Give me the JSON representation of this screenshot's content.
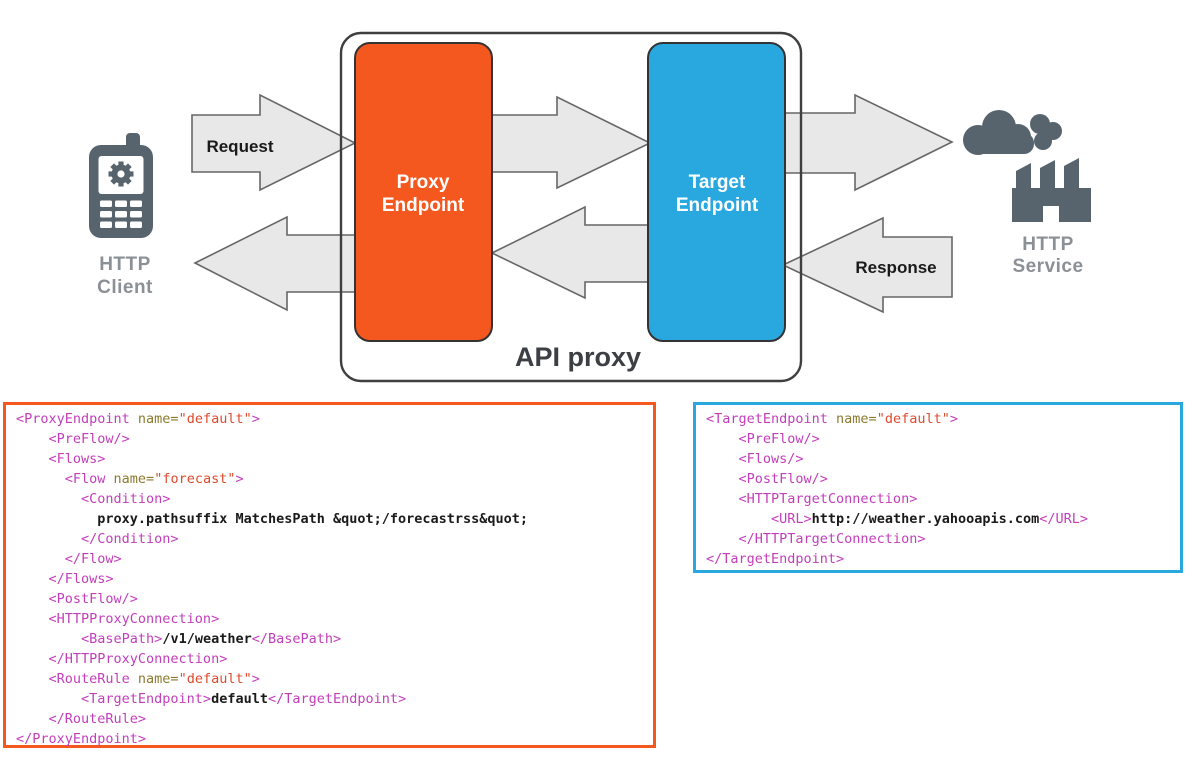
{
  "diagram": {
    "http_client": {
      "label_line1": "HTTP",
      "label_line2": "Client"
    },
    "http_service": {
      "label_line1": "HTTP",
      "label_line2": "Service"
    },
    "proxy_endpoint": {
      "label_line1": "Proxy",
      "label_line2": "Endpoint"
    },
    "target_endpoint": {
      "label_line1": "Target",
      "label_line2": "Endpoint"
    },
    "request_label": "Request",
    "response_label": "Response",
    "api_proxy_label": "API proxy"
  },
  "colors": {
    "orange": "#F4581F",
    "blue": "#29A8E0",
    "icon_gray": "#57646E",
    "arrow_fill": "#E8E8E8",
    "arrow_stroke": "#666666",
    "code_tag": "#C33EBB",
    "code_attr_name": "#8C7A2E",
    "code_attr_value": "#DE4B2E",
    "code_text": "#1A1A1A"
  },
  "code_blocks": {
    "proxy": {
      "border_color": "#F4581F",
      "lines": [
        [
          {
            "c": "tag",
            "t": "<ProxyEndpoint "
          },
          {
            "c": "attr",
            "t": "name="
          },
          {
            "c": "str",
            "t": "\"default\""
          },
          {
            "c": "tag",
            "t": ">"
          }
        ],
        [
          {
            "c": "tag",
            "t": "    <PreFlow/>"
          }
        ],
        [
          {
            "c": "tag",
            "t": "    <Flows>"
          }
        ],
        [
          {
            "c": "tag",
            "t": "      <Flow "
          },
          {
            "c": "attr",
            "t": "name="
          },
          {
            "c": "str",
            "t": "\"forecast\""
          },
          {
            "c": "tag",
            "t": ">"
          }
        ],
        [
          {
            "c": "tag",
            "t": "        <Condition>"
          }
        ],
        [
          {
            "c": "txt",
            "t": "          proxy.pathsuffix MatchesPath &quot;/forecastrss&quot;"
          }
        ],
        [
          {
            "c": "tag",
            "t": "        </Condition>"
          }
        ],
        [
          {
            "c": "tag",
            "t": "      </Flow>"
          }
        ],
        [
          {
            "c": "tag",
            "t": "    </Flows>"
          }
        ],
        [
          {
            "c": "tag",
            "t": "    <PostFlow/>"
          }
        ],
        [
          {
            "c": "tag",
            "t": "    <HTTPProxyConnection>"
          }
        ],
        [
          {
            "c": "tag",
            "t": "        <BasePath>"
          },
          {
            "c": "txt",
            "t": "/v1/weather"
          },
          {
            "c": "tag",
            "t": "</BasePath>"
          }
        ],
        [
          {
            "c": "tag",
            "t": "    </HTTPProxyConnection>"
          }
        ],
        [
          {
            "c": "tag",
            "t": "    <RouteRule "
          },
          {
            "c": "attr",
            "t": "name="
          },
          {
            "c": "str",
            "t": "\"default\""
          },
          {
            "c": "tag",
            "t": ">"
          }
        ],
        [
          {
            "c": "tag",
            "t": "        <TargetEndpoint>"
          },
          {
            "c": "txt",
            "t": "default"
          },
          {
            "c": "tag",
            "t": "</TargetEndpoint>"
          }
        ],
        [
          {
            "c": "tag",
            "t": "    </RouteRule>"
          }
        ],
        [
          {
            "c": "tag",
            "t": "</ProxyEndpoint>"
          }
        ]
      ]
    },
    "target": {
      "border_color": "#29A8E0",
      "lines": [
        [
          {
            "c": "tag",
            "t": "<TargetEndpoint "
          },
          {
            "c": "attr",
            "t": "name="
          },
          {
            "c": "str",
            "t": "\"default\""
          },
          {
            "c": "tag",
            "t": ">"
          }
        ],
        [
          {
            "c": "tag",
            "t": "    <PreFlow/>"
          }
        ],
        [
          {
            "c": "tag",
            "t": "    <Flows/>"
          }
        ],
        [
          {
            "c": "tag",
            "t": "    <PostFlow/>"
          }
        ],
        [
          {
            "c": "tag",
            "t": "    <HTTPTargetConnection>"
          }
        ],
        [
          {
            "c": "tag",
            "t": "        <URL>"
          },
          {
            "c": "txt",
            "t": "http://weather.yahooapis.com"
          },
          {
            "c": "tag",
            "t": "</URL>"
          }
        ],
        [
          {
            "c": "tag",
            "t": "    </HTTPTargetConnection>"
          }
        ],
        [
          {
            "c": "tag",
            "t": "</TargetEndpoint>"
          }
        ]
      ]
    }
  }
}
